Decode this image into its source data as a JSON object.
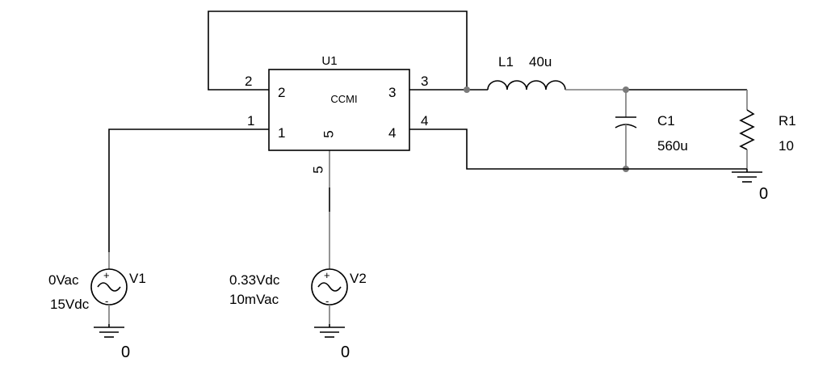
{
  "schematic": {
    "u1": {
      "refdes": "U1",
      "model": "CCMI",
      "pin_numbers": [
        "1",
        "2",
        "3",
        "4",
        "5"
      ]
    },
    "l1": {
      "refdes": "L1",
      "value": "40u"
    },
    "c1": {
      "refdes": "C1",
      "value": "560u"
    },
    "r1": {
      "refdes": "R1",
      "value": "10"
    },
    "v1": {
      "refdes": "V1",
      "ac": "0Vac",
      "dc": "15Vdc"
    },
    "v2": {
      "refdes": "V2",
      "dc": "0.33Vdc",
      "ac": "10mVac"
    },
    "ground_label": "0",
    "colors": {
      "wire": "#000000",
      "component_lead": "#7a7a7a",
      "background": "#ffffff"
    }
  }
}
